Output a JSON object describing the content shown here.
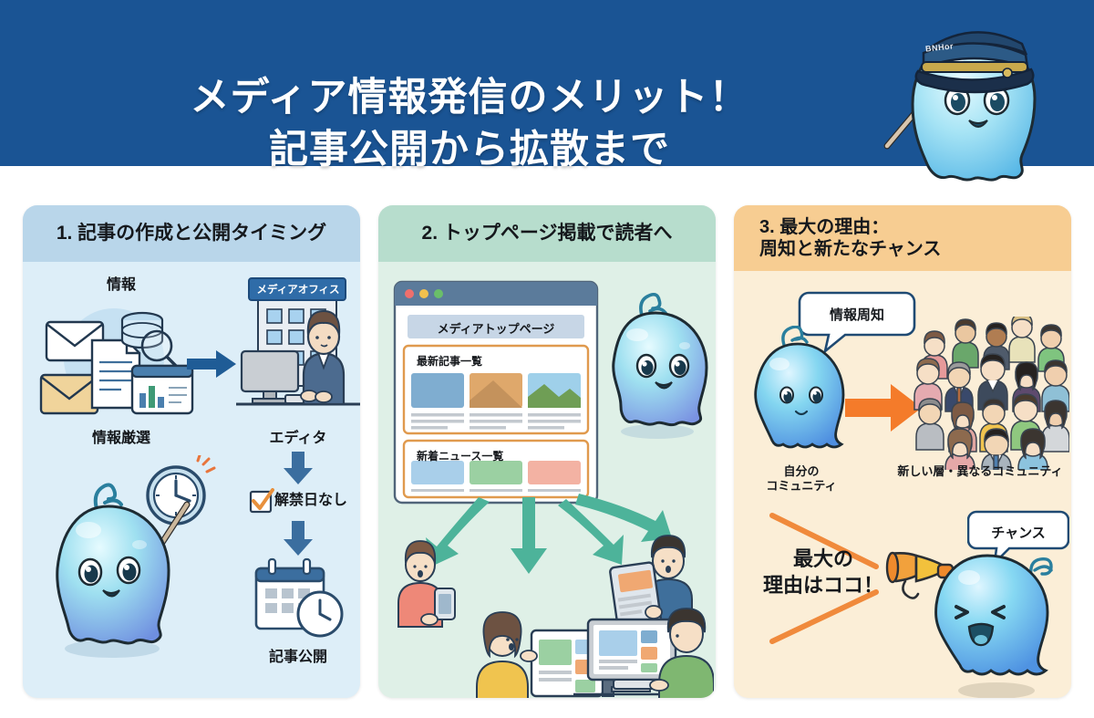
{
  "banner": {
    "title_line1": "メディア情報発信のメリット！",
    "title_line2": "記事公開から拡散まで",
    "background_color": "#1a5494",
    "text_color": "#ffffff",
    "mascot_hat_text": "BNHor"
  },
  "panels": [
    {
      "id": "panel-1",
      "header": "1. 記事の作成と公開タイミング",
      "header_color": "#b9d6ea",
      "body_color": "#ddeef8",
      "labels": {
        "info_bubble": "情報",
        "info_select": "情報厳選",
        "office_sign": "メディアオフィス",
        "editor": "エディタ",
        "no_embargo": "解禁日なし",
        "publish": "記事公開"
      }
    },
    {
      "id": "panel-2",
      "header": "2. トップページ掲載で読者へ",
      "header_color": "#b7ddcd",
      "body_color": "#dff0e7",
      "browser": {
        "page_title": "メディアトップページ",
        "section_1": "最新記事一覧",
        "section_2": "新着ニュース一覧",
        "dots": [
          "#ef6f6c",
          "#f2c14e",
          "#6abf69"
        ],
        "cards_row1": [
          "#7fadd0",
          "#dfa86b",
          "#6f9e55"
        ],
        "cards_row2": [
          "#a9cfea",
          "#9bd0a2",
          "#f3b2a3"
        ]
      }
    },
    {
      "id": "panel-3",
      "header": "3. 最大の理由：\n周知と新たなチャンス",
      "header_color": "#f7cd92",
      "body_color": "#fbeed7",
      "labels": {
        "bubble_awareness": "情報周知",
        "own_community": "自分の\nコミュニティ",
        "new_community": "新しい層・異なるコミュニティ",
        "biggest_reason": "最大の\n理由はココ！",
        "bubble_chance": "チャンス"
      },
      "accent_color": "#f47b2a"
    }
  ]
}
